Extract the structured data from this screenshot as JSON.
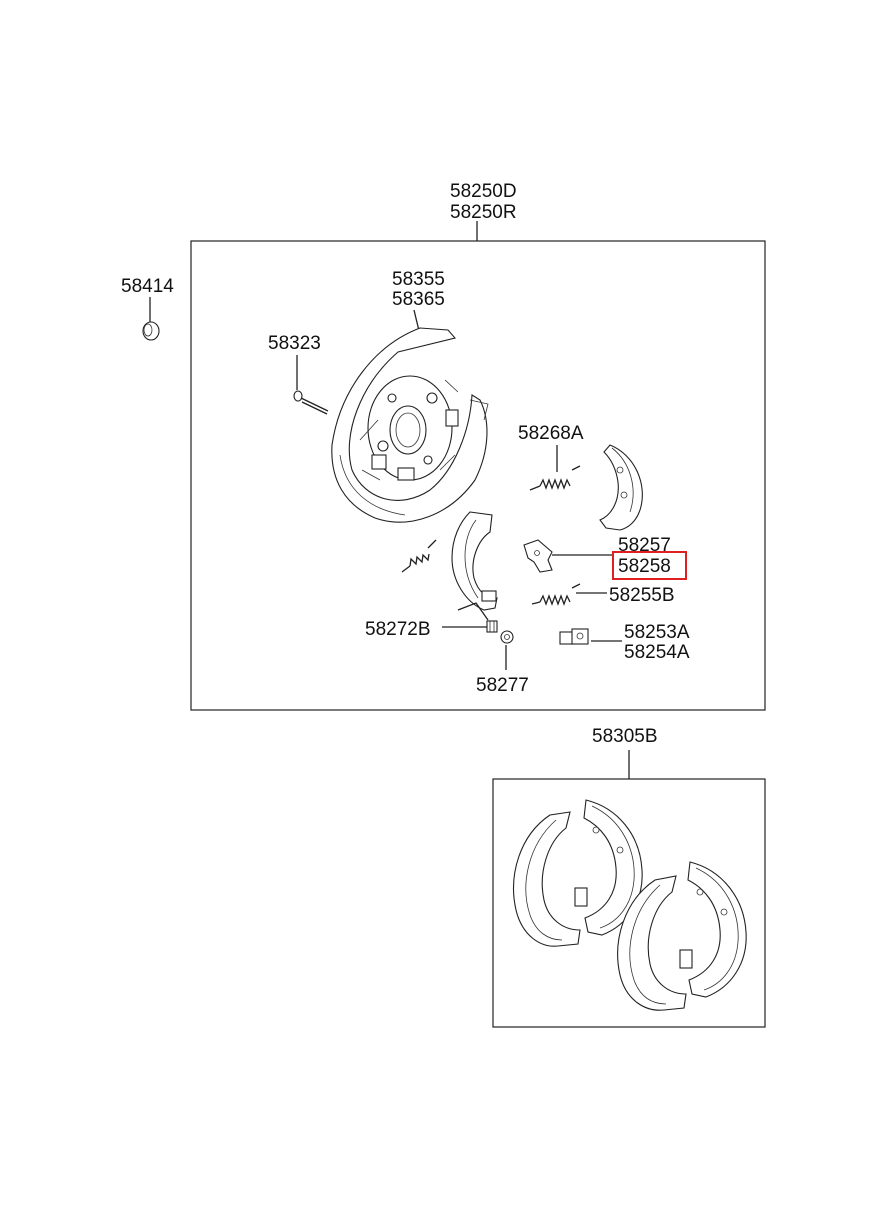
{
  "labels": {
    "assembly_top": "58250D",
    "assembly_bottom": "58250R",
    "cap": "58414",
    "backing_plate_a": "58355",
    "backing_plate_b": "58365",
    "pin": "58323",
    "spring_upper": "58268A",
    "lever_a": "58257",
    "lever_b": "58258",
    "spring_lower": "58255B",
    "adjuster_spring": "58272B",
    "adjuster_a": "58253A",
    "adjuster_b": "58254A",
    "nut": "58277",
    "shoe_kit": "58305B"
  },
  "highlight": {
    "target": "58258",
    "color": "#e02020"
  }
}
